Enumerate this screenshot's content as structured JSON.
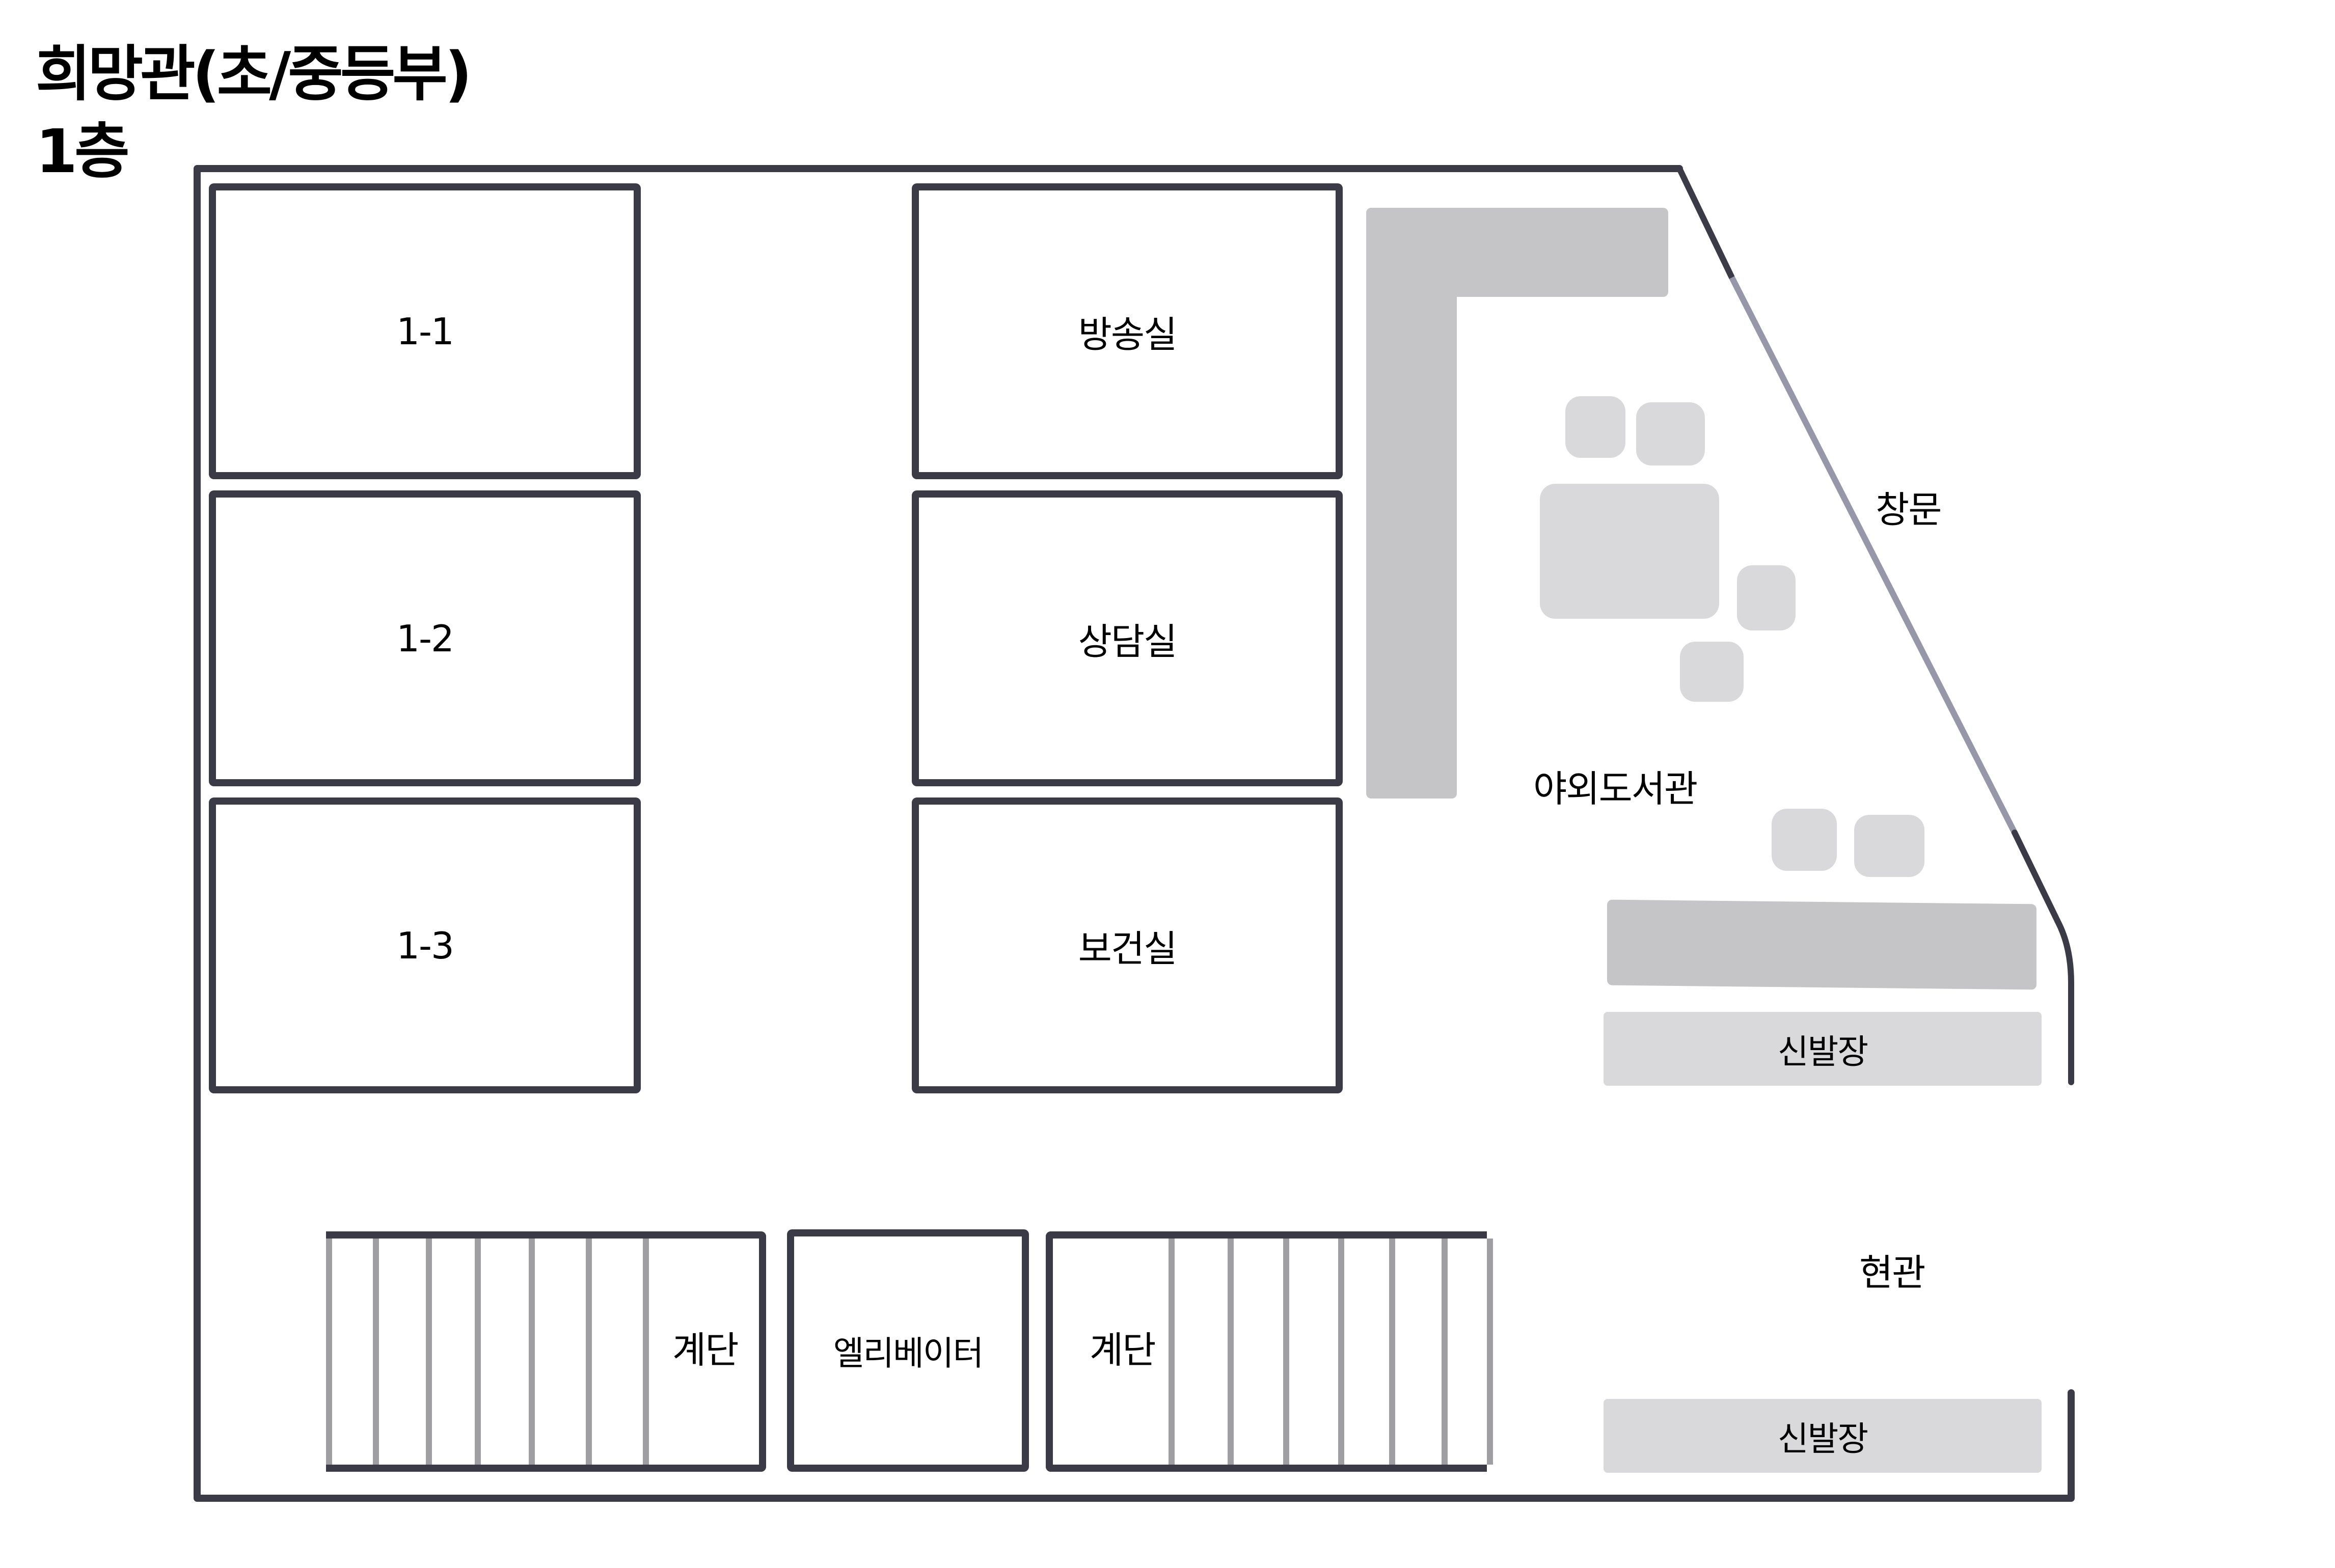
{
  "header": {
    "building": "희망관(초/중등부)",
    "floor": "1층"
  },
  "colors": {
    "wall": "#3b3b47",
    "window": "#9697a8",
    "shelf": "#c5c5c7",
    "furniture": "#d9d9db",
    "tread": "#9e9ea3"
  },
  "rooms": {
    "left": [
      {
        "label": "1-1"
      },
      {
        "label": "1-2"
      },
      {
        "label": "1-3"
      }
    ],
    "middle": [
      {
        "label": "방송실"
      },
      {
        "label": "상담실"
      },
      {
        "label": "보건실"
      }
    ]
  },
  "bottom": {
    "stairs_left": "계단",
    "elevator": "엘리베이터",
    "stairs_right": "계단"
  },
  "areas": {
    "library": "야외도서관",
    "window": "창문",
    "entrance": "현관",
    "shoe_rack_upper": "신발장",
    "shoe_rack_lower": "신발장"
  }
}
